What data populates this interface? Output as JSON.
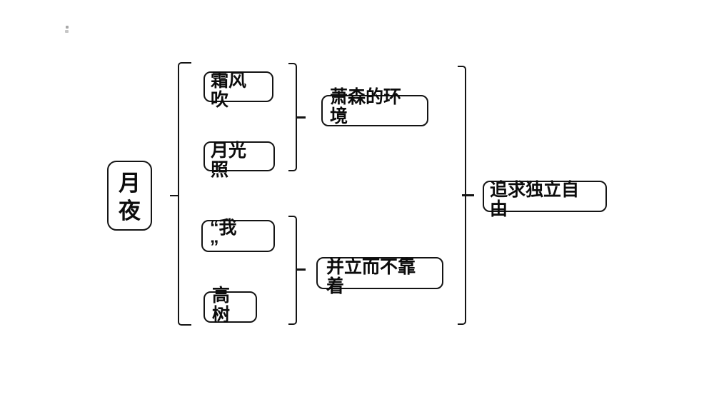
{
  "diagram": {
    "root": {
      "label": "月\n夜"
    },
    "groups": [
      {
        "items": [
          {
            "label": "霜风\n吹"
          },
          {
            "label": "月光\n照"
          }
        ],
        "summary": {
          "label": "萧森的环\n境"
        }
      },
      {
        "items": [
          {
            "label": "“我\n”"
          },
          {
            "label": "高\n树"
          }
        ],
        "summary": {
          "label": "并立而不靠\n着"
        }
      }
    ],
    "conclusion": {
      "label": "追求独立自\n由"
    },
    "colors": {
      "stroke": "#141414",
      "text": "#0c0c0c",
      "background": "#ffffff"
    }
  }
}
